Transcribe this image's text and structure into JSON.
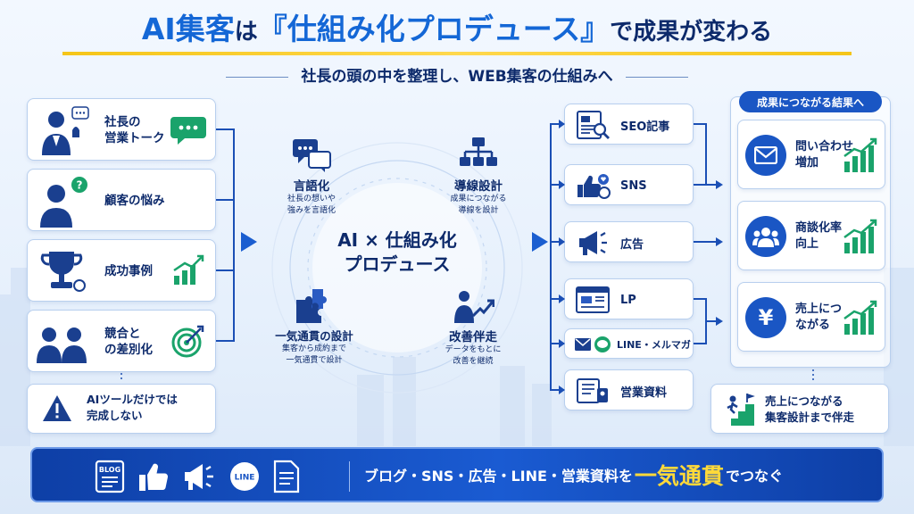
{
  "title": {
    "part1": "AI集客",
    "part2": "は",
    "part3": "『仕組み化プロデュース』",
    "part4": "で成果が変わる"
  },
  "subtitle": "社長の頭の中を整理し、WEB集客の仕組みへ",
  "inputs": [
    {
      "label_line1": "社長の",
      "label_line2": "営業トーク"
    },
    {
      "label_line1": "顧客の悩み",
      "label_line2": ""
    },
    {
      "label_line1": "成功事例",
      "label_line2": ""
    },
    {
      "label_line1": "競合と",
      "label_line2": "の差別化"
    }
  ],
  "warning": {
    "line1": "AIツールだけでは",
    "line2": "完成しない"
  },
  "center": {
    "line1": "AI × 仕組み化",
    "line2": "プロデュース",
    "steps": [
      {
        "title": "言語化",
        "desc1": "社長の想いや",
        "desc2": "強みを言語化"
      },
      {
        "title": "導線設計",
        "desc1": "成果につながる",
        "desc2": "導線を設計"
      },
      {
        "title": "一気通貫の設計",
        "desc1": "集客から成約まで",
        "desc2": "一気通貫で設計"
      },
      {
        "title": "改善伴走",
        "desc1": "データをもとに",
        "desc2": "改善を継続"
      }
    ]
  },
  "channels": [
    {
      "label": "SEO記事"
    },
    {
      "label": "SNS"
    },
    {
      "label": "広告"
    },
    {
      "label": "LP"
    },
    {
      "label": "LINE・メルマガ"
    },
    {
      "label": "営業資料"
    }
  ],
  "results": {
    "header": "成果につながる結果へ",
    "items": [
      {
        "line1": "問い合わせ",
        "line2": "増加"
      },
      {
        "line1": "商談化率",
        "line2": "向上"
      },
      {
        "line1": "売上につ",
        "line2": "ながる"
      }
    ],
    "yen": "¥"
  },
  "support": {
    "line1": "売上につながる",
    "line2": "集客設計まで伴走"
  },
  "banner": {
    "blog_label": "BLOG",
    "line_label": "LINE",
    "text_before": "ブログ・SNS・広告・LINE・営業資料を",
    "highlight": "一気通貫",
    "text_after": "でつなぐ"
  },
  "colors": {
    "navy": "#0d2a6b",
    "blue": "#1a56c4",
    "accent": "#1467d6",
    "yellow": "#ffd93a",
    "green": "#1aa36b"
  }
}
